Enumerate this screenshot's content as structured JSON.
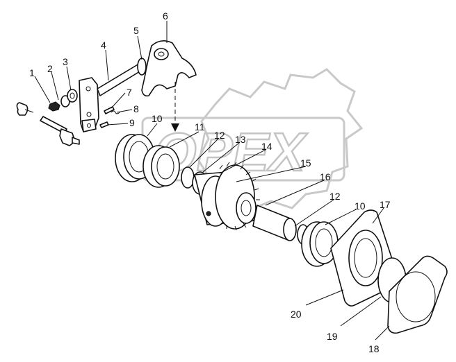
{
  "watermark": {
    "text": "OPEX"
  },
  "callouts": [
    "1",
    "2",
    "3",
    "4",
    "5",
    "6",
    "7",
    "8",
    "9",
    "10",
    "11",
    "12",
    "13",
    "14",
    "15",
    "16",
    "12",
    "10",
    "17",
    "20",
    "19",
    "18"
  ]
}
